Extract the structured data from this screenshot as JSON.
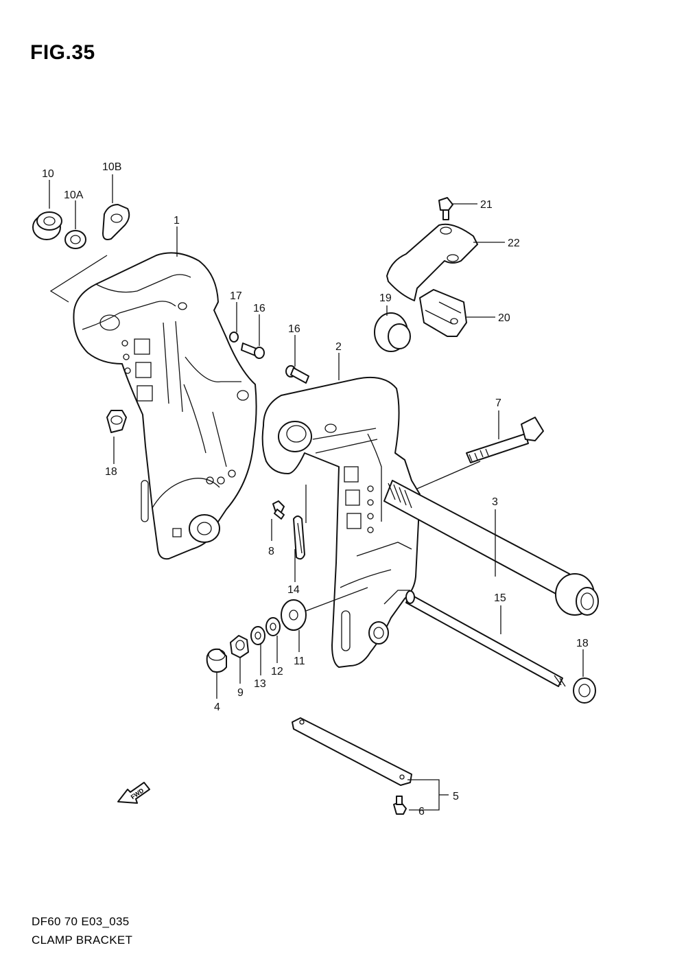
{
  "figure": {
    "title": "FIG.35",
    "code": "DF60 70 E03_035",
    "name": "CLAMP BRACKET"
  },
  "callouts": {
    "p1": "1",
    "p2": "2",
    "p3": "3",
    "p4": "4",
    "p5": "5",
    "p6": "6",
    "p7": "7",
    "p8": "8",
    "p9": "9",
    "p10": "10",
    "p10a": "10A",
    "p10b": "10B",
    "p11": "11",
    "p12": "12",
    "p13": "13",
    "p14": "14",
    "p15": "15",
    "p16a": "16",
    "p16b": "16",
    "p17": "17",
    "p18a": "18",
    "p18b": "18",
    "p19": "19",
    "p20": "20",
    "p21": "21",
    "p22": "22"
  },
  "direction_marker": "FWD"
}
